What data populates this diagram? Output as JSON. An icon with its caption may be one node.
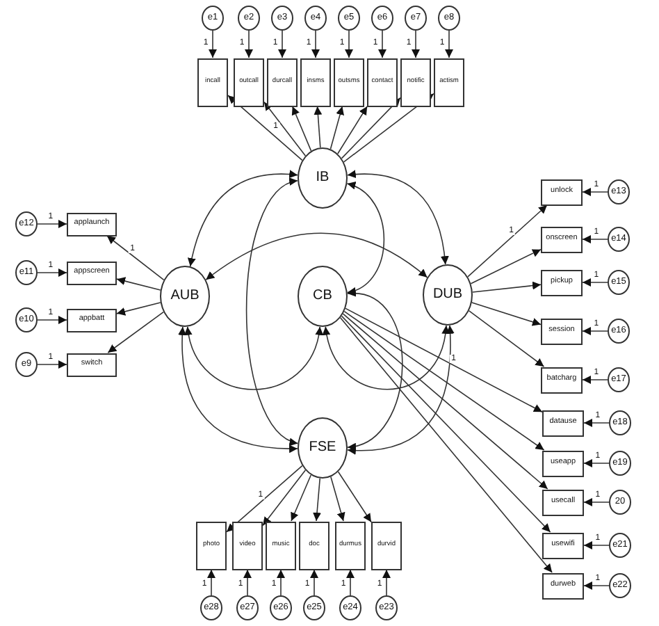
{
  "diagram": {
    "nodes": [
      {
        "text": [
          "e1"
        ]
      },
      {
        "text": [
          "e2"
        ]
      },
      {
        "text": [
          "e3"
        ]
      },
      {
        "text": [
          "e4"
        ]
      },
      {
        "text": [
          "e5"
        ]
      },
      {
        "text": [
          "e6"
        ]
      },
      {
        "text": [
          "e7"
        ]
      },
      {
        "text": [
          "e8"
        ]
      },
      {
        "text": [
          "incall"
        ]
      },
      {
        "text": [
          "outcall"
        ]
      },
      {
        "text": [
          "durcall"
        ]
      },
      {
        "text": [
          "insms"
        ]
      },
      {
        "text": [
          "outsms"
        ]
      },
      {
        "text": [
          "contact"
        ]
      },
      {
        "text": [
          "notific"
        ]
      },
      {
        "text": [
          "actism"
        ]
      },
      {
        "text": [
          "IB"
        ]
      },
      {
        "text": [
          "applaunch"
        ]
      },
      {
        "text": [
          "appscreen"
        ]
      },
      {
        "text": [
          "appbatt"
        ]
      },
      {
        "text": [
          "switch"
        ]
      },
      {
        "text": [
          "e12"
        ]
      },
      {
        "text": [
          "e11"
        ]
      },
      {
        "text": [
          "e10"
        ]
      },
      {
        "text": [
          "e9"
        ]
      },
      {
        "text": [
          "AUB"
        ]
      },
      {
        "text": [
          "CB"
        ]
      },
      {
        "text": [
          "DUB"
        ]
      },
      {
        "text": [
          "unlock"
        ]
      },
      {
        "text": [
          "onscreen"
        ]
      },
      {
        "text": [
          "pickup"
        ]
      },
      {
        "text": [
          "session"
        ]
      },
      {
        "text": [
          "batcharg"
        ]
      },
      {
        "text": [
          "e13"
        ]
      },
      {
        "text": [
          "e14"
        ]
      },
      {
        "text": [
          "e15"
        ]
      },
      {
        "text": [
          "e16"
        ]
      },
      {
        "text": [
          "e17"
        ]
      },
      {
        "text": [
          "datause"
        ]
      },
      {
        "text": [
          "useapp"
        ]
      },
      {
        "text": [
          "usecall"
        ]
      },
      {
        "text": [
          "usewifi"
        ]
      },
      {
        "text": [
          "durweb"
        ]
      },
      {
        "text": [
          "e18"
        ]
      },
      {
        "text": [
          "e19"
        ]
      },
      {
        "text": [
          "20"
        ]
      },
      {
        "text": [
          "e21"
        ]
      },
      {
        "text": [
          "e22"
        ]
      },
      {
        "text": [
          "FSE"
        ]
      },
      {
        "text": [
          "photo"
        ]
      },
      {
        "text": [
          "video"
        ]
      },
      {
        "text": [
          "music"
        ]
      },
      {
        "text": [
          "doc"
        ]
      },
      {
        "text": [
          "durmus"
        ]
      },
      {
        "text": [
          "durvid"
        ]
      },
      {
        "text": [
          "e28"
        ]
      },
      {
        "text": [
          "e27"
        ]
      },
      {
        "text": [
          "e26"
        ]
      },
      {
        "text": [
          "e25"
        ]
      },
      {
        "text": [
          "e24"
        ]
      },
      {
        "text": [
          "e23"
        ]
      }
    ],
    "edges": [
      {
        "from": 0,
        "to": 8,
        "arrow": "to",
        "label": "1"
      },
      {
        "from": 1,
        "to": 9,
        "arrow": "to",
        "label": "1"
      },
      {
        "from": 2,
        "to": 10,
        "arrow": "to",
        "label": "1"
      },
      {
        "from": 3,
        "to": 11,
        "arrow": "to",
        "label": "1"
      },
      {
        "from": 4,
        "to": 12,
        "arrow": "to",
        "label": "1"
      },
      {
        "from": 5,
        "to": 13,
        "arrow": "to",
        "label": "1"
      },
      {
        "from": 6,
        "to": 14,
        "arrow": "to",
        "label": "1"
      },
      {
        "from": 7,
        "to": 15,
        "arrow": "to",
        "label": "1"
      },
      {
        "from": 16,
        "to": 8,
        "arrow": "to"
      },
      {
        "from": 16,
        "to": 9,
        "arrow": "to",
        "label": "1"
      },
      {
        "from": 16,
        "to": 10,
        "arrow": "to"
      },
      {
        "from": 16,
        "to": 11,
        "arrow": "to"
      },
      {
        "from": 16,
        "to": 12,
        "arrow": "to"
      },
      {
        "from": 16,
        "to": 13,
        "arrow": "to"
      },
      {
        "from": 16,
        "to": 14,
        "arrow": "to"
      },
      {
        "from": 16,
        "to": 15,
        "arrow": "to"
      },
      {
        "from": 25,
        "to": 17,
        "arrow": "to",
        "label": "1"
      },
      {
        "from": 25,
        "to": 18,
        "arrow": "to"
      },
      {
        "from": 25,
        "to": 19,
        "arrow": "to"
      },
      {
        "from": 25,
        "to": 20,
        "arrow": "to"
      },
      {
        "from": 21,
        "to": 17,
        "arrow": "to",
        "label": "1"
      },
      {
        "from": 22,
        "to": 18,
        "arrow": "to",
        "label": "1"
      },
      {
        "from": 23,
        "to": 19,
        "arrow": "to",
        "label": "1"
      },
      {
        "from": 24,
        "to": 20,
        "arrow": "to",
        "label": "1"
      },
      {
        "from": 27,
        "to": 28,
        "arrow": "to",
        "label": "1"
      },
      {
        "from": 27,
        "to": 29,
        "arrow": "to"
      },
      {
        "from": 27,
        "to": 30,
        "arrow": "to"
      },
      {
        "from": 27,
        "to": 31,
        "arrow": "to"
      },
      {
        "from": 27,
        "to": 32,
        "arrow": "to"
      },
      {
        "from": 33,
        "to": 28,
        "arrow": "to",
        "label": "1"
      },
      {
        "from": 34,
        "to": 29,
        "arrow": "to",
        "label": "1"
      },
      {
        "from": 35,
        "to": 30,
        "arrow": "to",
        "label": "1"
      },
      {
        "from": 36,
        "to": 31,
        "arrow": "to",
        "label": "1"
      },
      {
        "from": 37,
        "to": 32,
        "arrow": "to",
        "label": "1"
      },
      {
        "from": 26,
        "to": 38,
        "arrow": "to",
        "label": "1"
      },
      {
        "from": 26,
        "to": 39,
        "arrow": "to"
      },
      {
        "from": 26,
        "to": 40,
        "arrow": "to"
      },
      {
        "from": 26,
        "to": 41,
        "arrow": "to"
      },
      {
        "from": 26,
        "to": 42,
        "arrow": "to"
      },
      {
        "from": 43,
        "to": 38,
        "arrow": "to",
        "label": "1"
      },
      {
        "from": 44,
        "to": 39,
        "arrow": "to",
        "label": "1"
      },
      {
        "from": 45,
        "to": 40,
        "arrow": "to",
        "label": "1"
      },
      {
        "from": 46,
        "to": 41,
        "arrow": "to",
        "label": "1"
      },
      {
        "from": 47,
        "to": 42,
        "arrow": "to",
        "label": "1"
      },
      {
        "from": 48,
        "to": 49,
        "arrow": "to",
        "label": "1"
      },
      {
        "from": 48,
        "to": 50,
        "arrow": "to"
      },
      {
        "from": 48,
        "to": 51,
        "arrow": "to"
      },
      {
        "from": 48,
        "to": 52,
        "arrow": "to"
      },
      {
        "from": 48,
        "to": 53,
        "arrow": "to"
      },
      {
        "from": 48,
        "to": 54,
        "arrow": "to"
      },
      {
        "from": 55,
        "to": 49,
        "arrow": "to",
        "label": "1"
      },
      {
        "from": 56,
        "to": 50,
        "arrow": "to",
        "label": "1"
      },
      {
        "from": 57,
        "to": 51,
        "arrow": "to",
        "label": "1"
      },
      {
        "from": 58,
        "to": 52,
        "arrow": "to",
        "label": "1"
      },
      {
        "from": 59,
        "to": 53,
        "arrow": "to",
        "label": "1"
      },
      {
        "from": 60,
        "to": 54,
        "arrow": "to",
        "label": "1"
      },
      {
        "from": 16,
        "to": 25,
        "arrow": "both"
      },
      {
        "from": 16,
        "to": 48,
        "arrow": "both"
      },
      {
        "from": 16,
        "to": 27,
        "arrow": "both"
      },
      {
        "from": 16,
        "to": 26,
        "arrow": "both"
      },
      {
        "from": 25,
        "to": 27,
        "arrow": "both"
      },
      {
        "from": 25,
        "to": 26,
        "arrow": "both"
      },
      {
        "from": 25,
        "to": 48,
        "arrow": "both"
      },
      {
        "from": 26,
        "to": 27,
        "arrow": "both"
      },
      {
        "from": 26,
        "to": 48,
        "arrow": "both"
      },
      {
        "from": 27,
        "to": 48,
        "arrow": "both"
      }
    ]
  }
}
